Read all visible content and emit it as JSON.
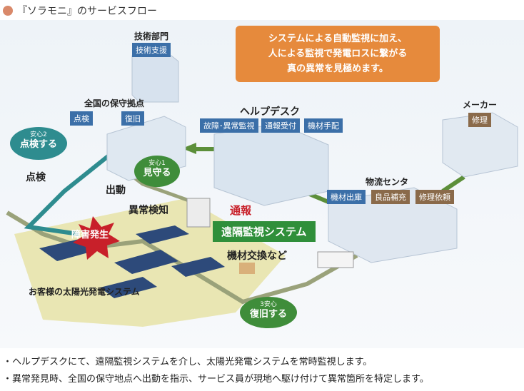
{
  "page_title": "『ソラモニ』のサービスフロー",
  "callout": {
    "line1": "システムによる自動監視に加え、",
    "line2": "人による監視で発電ロスに繋がる",
    "line3": "真の異常を見極めます。"
  },
  "tech_dept": {
    "label": "技術部門",
    "tag": "技術支援"
  },
  "maintenance_base": {
    "label": "全国の保守拠点",
    "tag1": "点検",
    "tag2": "復旧"
  },
  "helpdesk": {
    "label": "ヘルプデスク",
    "tag1": "故障･異常監視",
    "tag2": "通報受付",
    "tag3": "機材手配"
  },
  "maker": {
    "label": "メーカー",
    "tag": "修理"
  },
  "logistics": {
    "label": "物流センタ",
    "tag1": "機材出庫",
    "tag2": "良品補充",
    "tag3": "修理依頼"
  },
  "step2": {
    "small": "安心2",
    "big": "点検する"
  },
  "step1": {
    "small": "安心1",
    "big": "見守る"
  },
  "step3": {
    "small": "3安心",
    "big": "復旧する"
  },
  "labels": {
    "inspection": "点検",
    "dispatch": "出動",
    "anomaly_detect": "異常検知",
    "report": "通報",
    "remote_monitoring": "遠隔監視システム",
    "failure": "障害発生",
    "equipment_swap": "機材交換など",
    "customer_system": "お客様の太陽光発電システム"
  },
  "footer": {
    "line1": "・ヘルプデスクにて、遠隔監視システムを介し、太陽光発電システムを常時監視します。",
    "line2": "・異常発見時、全国の保守地点へ出動を指示、サービス員が現地へ駆け付けて異常箇所を特定します。"
  },
  "colors": {
    "bubble": "#e68a3c",
    "tag_blue": "#3b6fa8",
    "tag_brown": "#8a6a4a",
    "green": "#2f8f3a",
    "teal": "#2e8c8f",
    "failure_red": "#c8202a",
    "report_red": "#c8202a",
    "ground": "#e9e6b3"
  }
}
